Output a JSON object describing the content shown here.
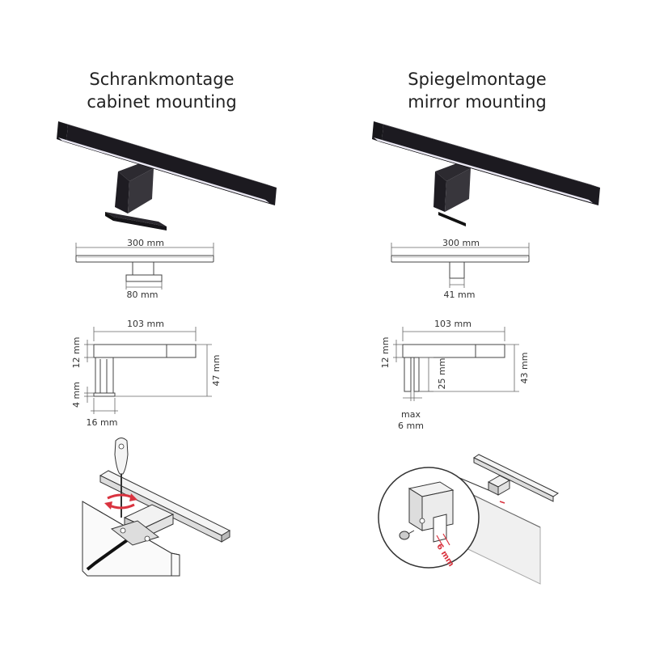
{
  "left": {
    "title_de": "Schrankmontage",
    "title_en": "cabinet mounting",
    "dims": {
      "width": "300 mm",
      "base": "80 mm",
      "depth": "103 mm",
      "bar_h": "12 mm",
      "plate_h": "4 mm",
      "height": "47 mm",
      "foot": "16 mm"
    }
  },
  "right": {
    "title_de": "Spiegelmontage",
    "title_en": "mirror mounting",
    "dims": {
      "width": "300 mm",
      "base": "41 mm",
      "depth": "103 mm",
      "bar_h": "12 mm",
      "clamp_h": "25 mm",
      "height": "43 mm",
      "max_label": "max",
      "max_value": "6 mm"
    },
    "install_gap": "6 mm"
  },
  "colors": {
    "lamp_body": "#1c1a20",
    "led_strip": "#e9e7f2",
    "accent_red": "#d9333f"
  }
}
